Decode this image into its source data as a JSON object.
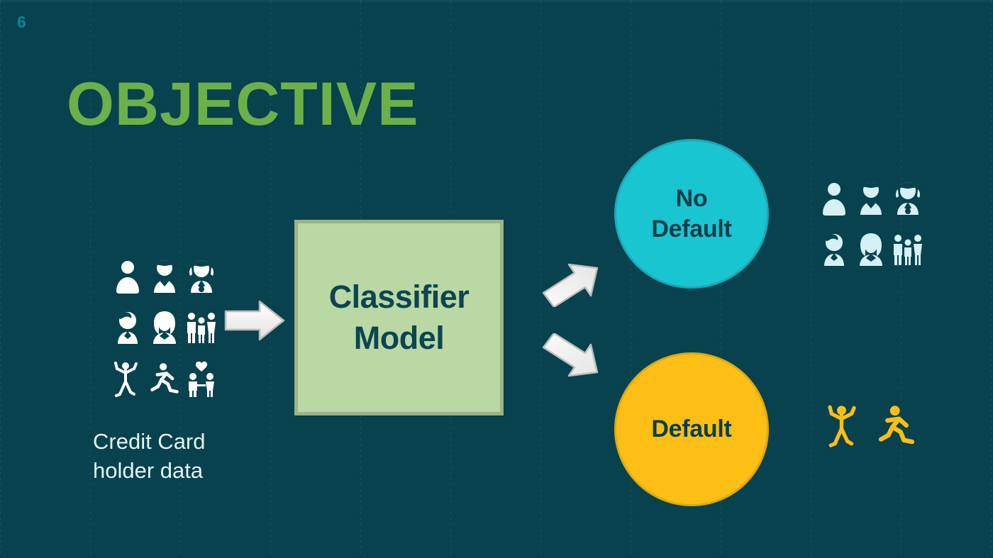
{
  "slide": {
    "page_number": "6",
    "title": "OBJECTIVE",
    "background_color": "#07424e",
    "title_color": "#6cb04a",
    "page_number_color": "#0e8490"
  },
  "diagram": {
    "input": {
      "caption_line1": "Credit Card",
      "caption_line2": "holder data",
      "caption_color": "#e4f6f7",
      "icon_color": "#ffffff",
      "icons": [
        "person-icon",
        "person-short-hair-icon",
        "woman-ponytail-icon",
        "person-wavy-hair-icon",
        "woman-long-hair-icon",
        "family-three-icon",
        "person-dancing-icon",
        "person-running-icon",
        "couple-heart-icon"
      ]
    },
    "model": {
      "label_line1": "Classifier",
      "label_line2": "Model",
      "fill_color": "#b9d8a4",
      "border_color": "#9ab388",
      "text_color": "#0c4551"
    },
    "outputs": [
      {
        "key": "no-default",
        "label_line1": "No",
        "label_line2": "Default",
        "fill_color": "#1ac5d2",
        "border_color": "#19a9b6",
        "text_color": "#0c3f49",
        "icon_color": "#d5f1f5",
        "icons": [
          "person-icon",
          "person-short-hair-icon",
          "woman-ponytail-icon",
          "person-wavy-hair-icon",
          "woman-long-hair-icon",
          "family-three-icon"
        ]
      },
      {
        "key": "default",
        "label_line1": "Default",
        "label_line2": "",
        "fill_color": "#fdbe15",
        "border_color": "#e0a90e",
        "text_color": "#0c3f49",
        "icon_color": "#fdbe15",
        "icons": [
          "person-dancing-icon",
          "person-running-icon"
        ]
      }
    ],
    "arrows": [
      {
        "name": "arrow-input-to-model",
        "direction": "right",
        "color": "#f4f4f4"
      },
      {
        "name": "arrow-model-to-no-default",
        "direction": "up-right",
        "color": "#f4f4f4"
      },
      {
        "name": "arrow-model-to-default",
        "direction": "down-right",
        "color": "#f4f4f4"
      }
    ]
  }
}
